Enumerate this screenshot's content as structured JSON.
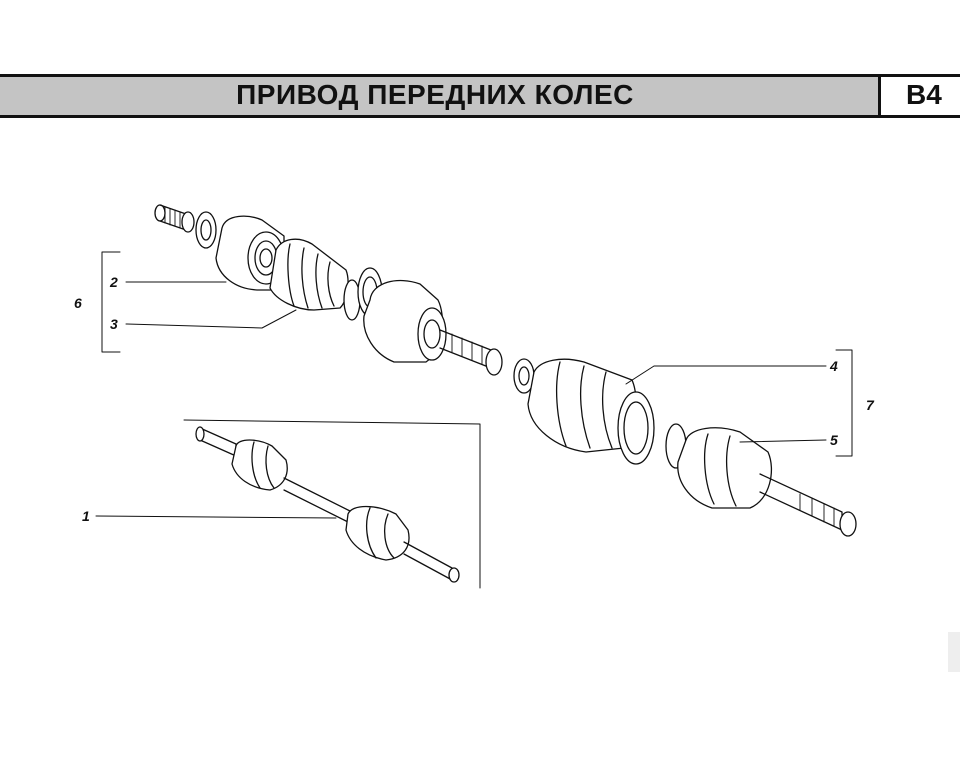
{
  "header": {
    "title": "ПРИВОД ПЕРЕДНИХ КОЛЕС",
    "section_code": "B4"
  },
  "callouts": {
    "c1": "1",
    "c2": "2",
    "c3": "3",
    "c4": "4",
    "c5": "5",
    "c6": "6",
    "c7": "7"
  },
  "colors": {
    "header_band": "#c4c4c4",
    "ink": "#111111"
  }
}
